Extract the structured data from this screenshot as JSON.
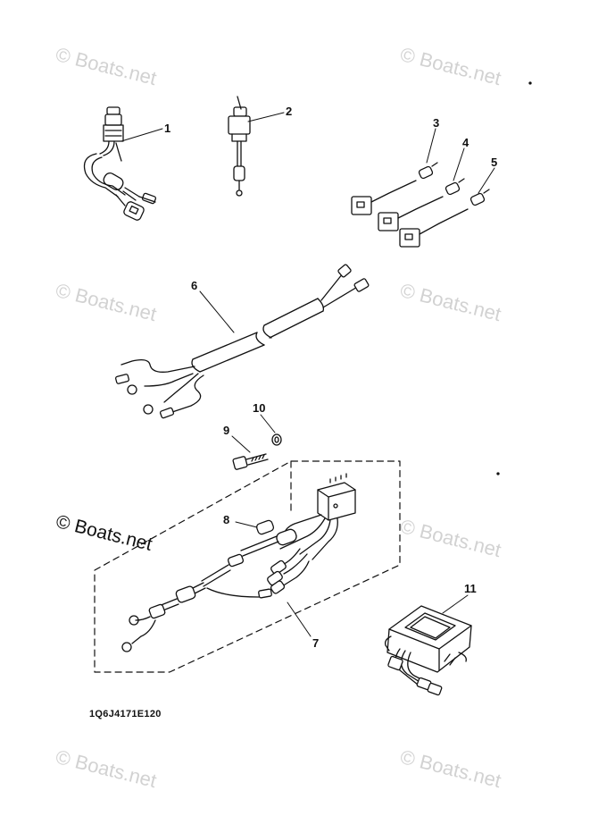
{
  "watermark": "© Boats.net",
  "diagram_code": "1Q6J4171E120",
  "callouts": {
    "c1": "1",
    "c2": "2",
    "c3": "3",
    "c4": "4",
    "c5": "5",
    "c6": "6",
    "c7": "7",
    "c8": "8",
    "c9": "9",
    "c10": "10",
    "c11": "11"
  },
  "colors": {
    "ink": "#111111",
    "watermark": "#d2d2d2"
  }
}
